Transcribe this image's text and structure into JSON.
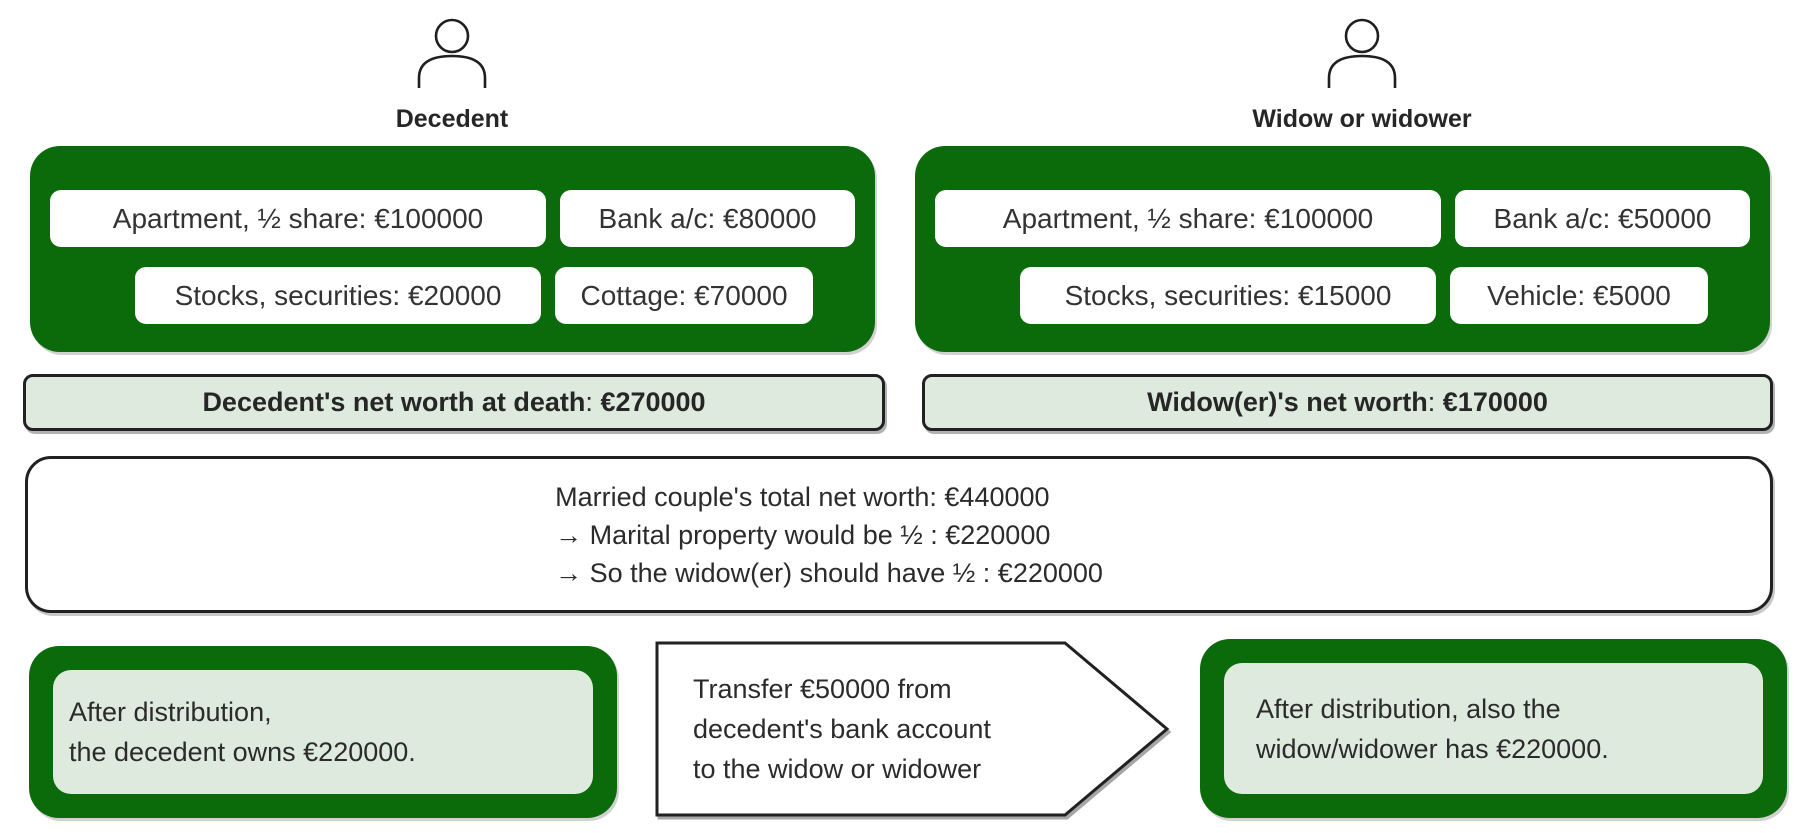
{
  "colors": {
    "dark_green": "#0b6b0b",
    "light_green": "#dfeadf",
    "outline": "#212121"
  },
  "decedent": {
    "label": "Decedent",
    "assets": [
      "Apartment, ½ share: €100000",
      "Bank a/c: €80000",
      "Stocks, securities: €20000",
      "Cottage: €70000"
    ],
    "net_worth": {
      "label": "Decedent's net worth at death",
      "colon": ": ",
      "value": "€270000"
    }
  },
  "widow": {
    "label": "Widow or widower",
    "assets": [
      "Apartment, ½ share: €100000",
      "Bank a/c: €50000",
      "Stocks, securities: €15000",
      "Vehicle: €5000"
    ],
    "net_worth": {
      "label": "Widow(er)'s net worth",
      "colon": ": ",
      "value": "€170000"
    }
  },
  "calculation": {
    "lines": [
      "Married couple's total net worth: €440000",
      "→ Marital property would be ½ : €220000",
      "→ So the widow(er) should have ½ : €220000"
    ]
  },
  "distribution": {
    "decedent_result": "After distribution,\nthe decedent owns €220000.",
    "transfer": "Transfer €50000 from\ndecedent's bank account\nto the widow or widower",
    "widow_result": "After distribution, also the\nwidow/widower has €220000."
  }
}
